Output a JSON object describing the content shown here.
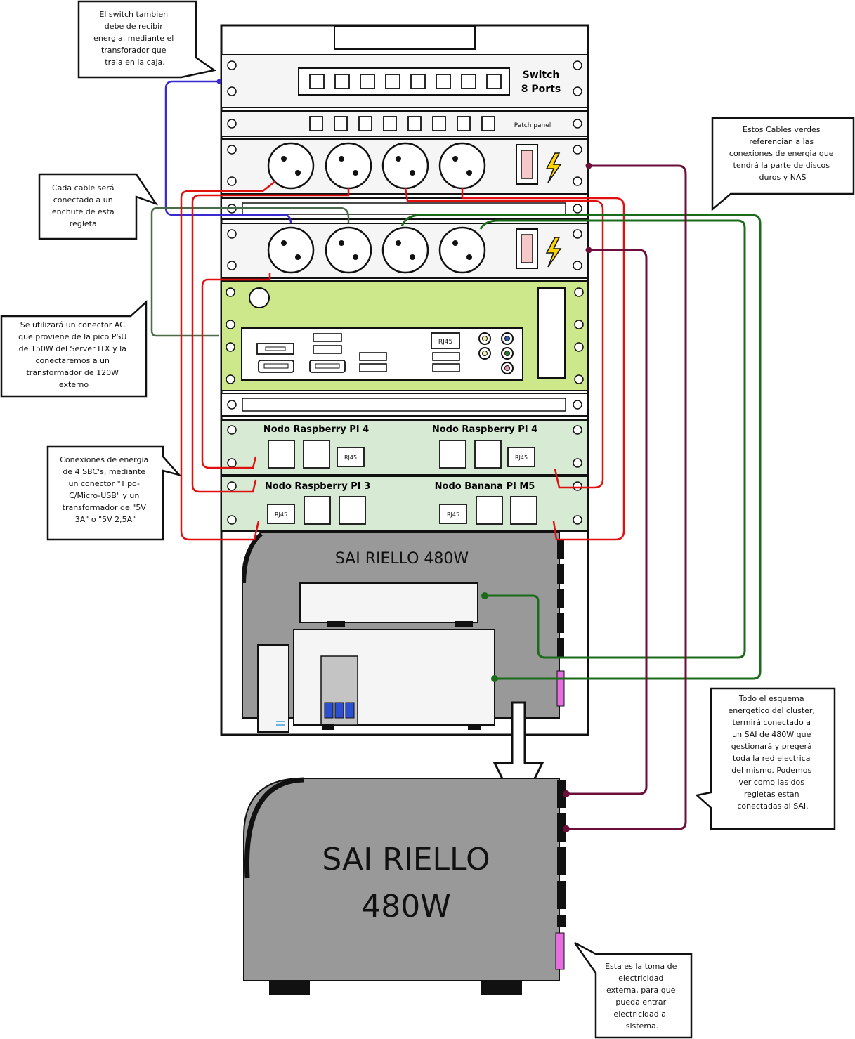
{
  "rack": {
    "switch": {
      "title_line1": "Switch",
      "title_line2": "8 Ports"
    },
    "patch_panel": {
      "label": "Patch panel"
    },
    "server": {
      "port_label": "RJ45"
    },
    "nodes": [
      {
        "name": "Nodo Raspberry PI 4",
        "port_label": "RJ45"
      },
      {
        "name": "Nodo Raspberry PI 4",
        "port_label": "RJ45"
      },
      {
        "name": "Nodo Raspberry PI 3",
        "port_label": "RJ45"
      },
      {
        "name": "Nodo Banana PI M5",
        "port_label": "RJ45"
      }
    ],
    "ups_small": {
      "label": "SAI RIELLO 480W"
    }
  },
  "ups_large": {
    "label_line1": "SAI RIELLO",
    "label_line2": "480W"
  },
  "callouts": {
    "switch_power": [
      "El switch tambien",
      "debe de recibir",
      "energia, mediante el",
      "transforador que",
      "traia en la caja."
    ],
    "power_strip": [
      "Cada cable será",
      "conectado a un",
      "enchufe de esta",
      "regleta."
    ],
    "server_psu": [
      "Se utilizará un conector AC",
      "que proviene de la pico PSU",
      "de 150W del Server ITX y la",
      "conectaremos a un",
      "transformador de 120W",
      "externo"
    ],
    "sbc_power": [
      "Conexiones de energia",
      "de 4 SBC's, mediante",
      "un conector \"Tipo-",
      "C/Micro-USB\" y un",
      "transformador de \"5V",
      "3A\" o \"5V 2,5A\""
    ],
    "green_cables": [
      "Estos Cables verdes",
      "referencian a las",
      "conexiones de energia que",
      "tendrá la parte de discos",
      "duros y NAS"
    ],
    "ups_summary": [
      "Todo el esquema",
      "energetico del cluster,",
      "termirá conectado a",
      "un SAI de 480W que",
      "gestionará y pregerá",
      "toda la red electrica",
      "del mismo. Podemos",
      "ver como las dos",
      "regletas estan",
      "conectadas al SAI."
    ],
    "external_power": [
      "Esta es la toma de",
      "electricidad",
      "externa, para que",
      "pueda entrar",
      "electricidad al",
      "sistema."
    ]
  },
  "colors": {
    "rack_bg": "#ffffff",
    "panel": "#f5f5f5",
    "server_panel": "#cde88a",
    "node_panel": "#d6ead4",
    "ups_gray": "#999999",
    "cable_red": "#e01010",
    "cable_green": "#1b6b1b",
    "cable_dark_green": "#4a6b4a",
    "cable_blue": "#3a2bd0",
    "cable_maroon": "#6b0f3a",
    "switch_button": "#f6c8c8",
    "outlet_pink": "#e76ee0"
  }
}
